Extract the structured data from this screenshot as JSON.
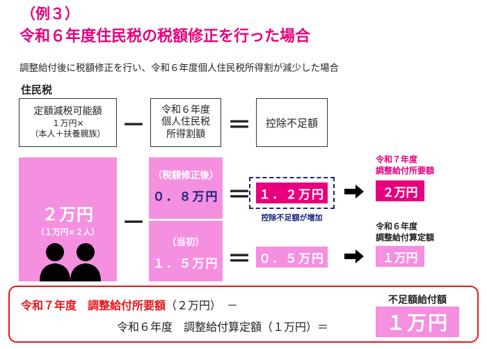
{
  "header": {
    "example_label": "（例３）",
    "title": "令和６年度住民税の税額修正を行った場合",
    "subtitle": "調整給付後に税額修正を行い、令和６年度個人住民税所得割が減少した場合"
  },
  "formula": {
    "section_label": "住民税",
    "term1": {
      "line1": "定額減税可能額",
      "line2": "１万円×",
      "line3": "（本人＋扶養親族）"
    },
    "op_minus": "－",
    "term2": {
      "line1": "令和６年度",
      "line2": "個人住民税",
      "line3": "所得割額"
    },
    "op_equals": "＝",
    "term3": "控除不足額"
  },
  "calc": {
    "base_amount": "２万円",
    "base_detail": "（１万円×２人）",
    "op_minus": "－",
    "revised_label": "（税額修正後）",
    "revised_value": "０．８万円",
    "initial_label": "（当初）",
    "initial_value": "１．５万円",
    "op_equals": "＝",
    "shortfall_revised": "１．２万円",
    "shortfall_note": "控除不足額が増加",
    "shortfall_initial": "０．５万円"
  },
  "results": {
    "required_label_line1": "令和７年度",
    "required_label_line2": "調整給付所要額",
    "required_value": "２万円",
    "calculated_label_line1": "令和６年度",
    "calculated_label_line2": "調整給付算定額",
    "calculated_value": "１万円"
  },
  "bottom": {
    "line1_red": "令和７年度　調整給付所要額",
    "line1_rest": "（２万円）　－",
    "line2": "令和６年度　調整給付算定額（１万円）＝",
    "final_label": "不足額給付額",
    "final_value": "１万円"
  },
  "colors": {
    "magenta": "#e6007e",
    "light_pink": "#f58fe0",
    "navy": "#1a237e",
    "red": "#e8141b"
  },
  "icons": [
    "people-silhouette-icon",
    "right-arrow-icon"
  ]
}
